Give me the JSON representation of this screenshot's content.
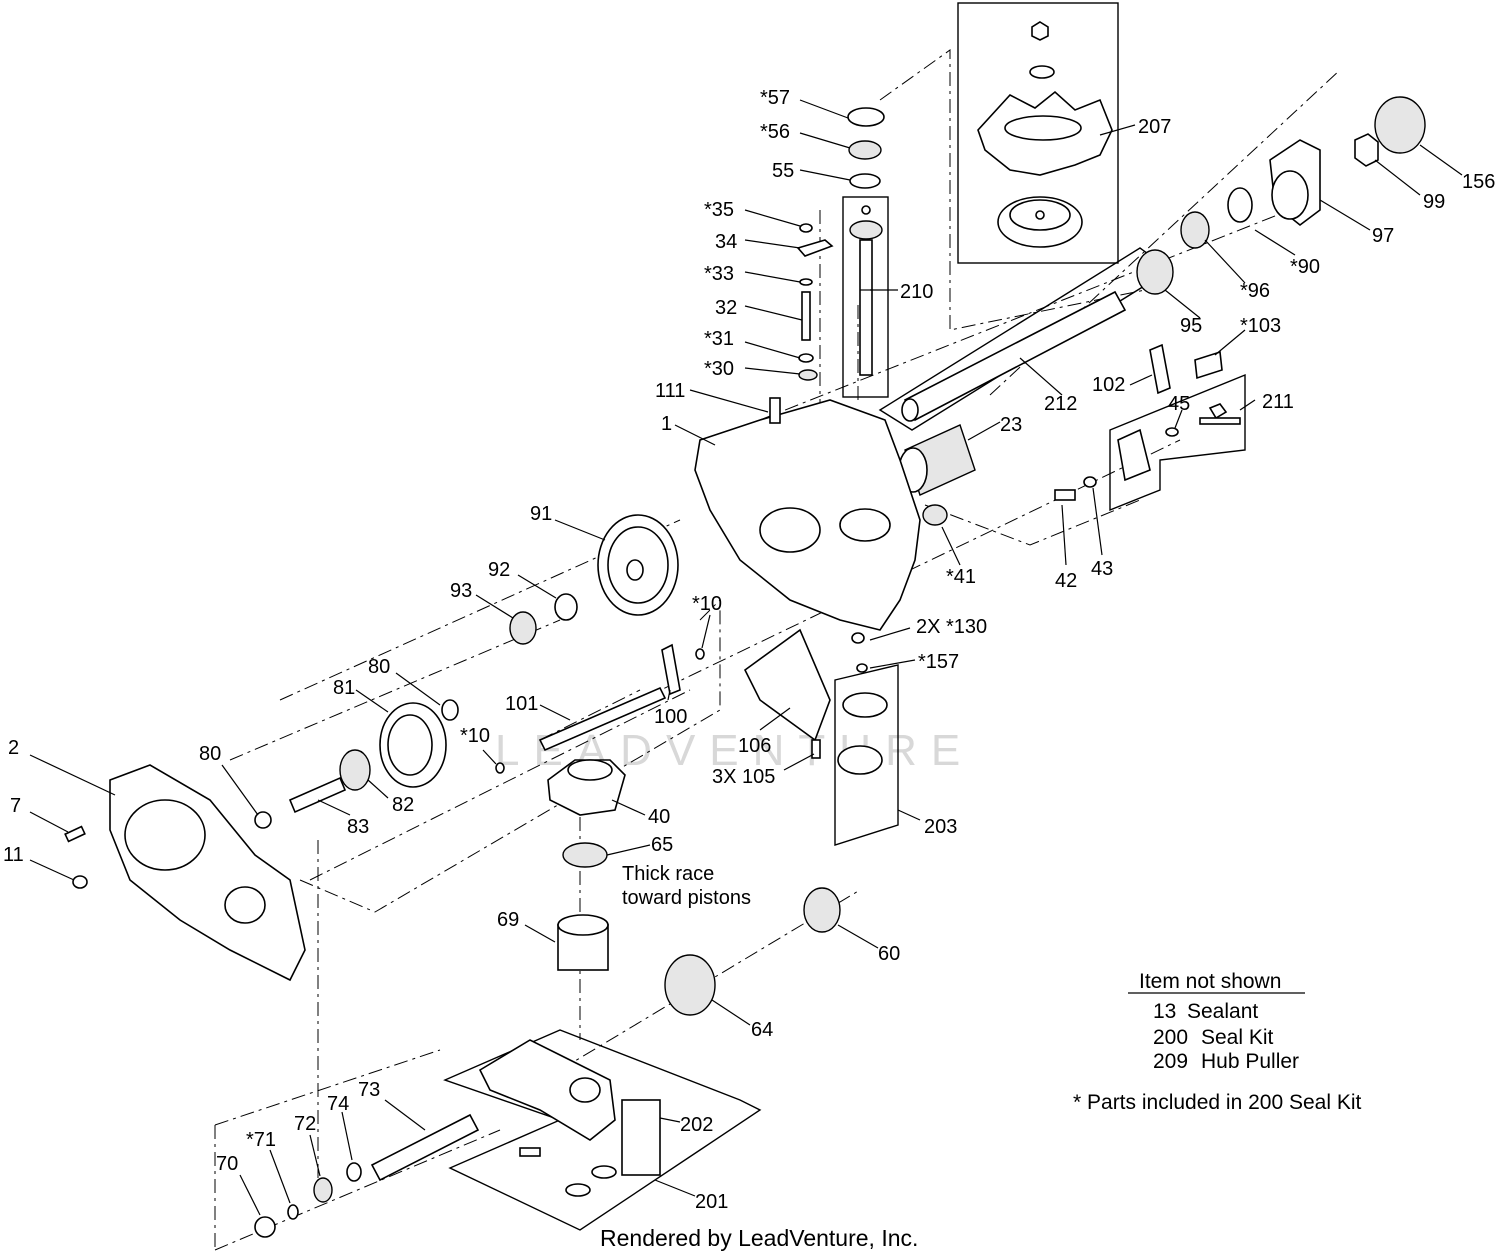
{
  "callouts": [
    {
      "id": "57",
      "text": "*57"
    },
    {
      "id": "56",
      "text": "*56"
    },
    {
      "id": "55",
      "text": "55"
    },
    {
      "id": "35",
      "text": "*35"
    },
    {
      "id": "34",
      "text": "34"
    },
    {
      "id": "33",
      "text": "*33"
    },
    {
      "id": "32",
      "text": "32"
    },
    {
      "id": "31",
      "text": "*31"
    },
    {
      "id": "30",
      "text": "*30"
    },
    {
      "id": "210",
      "text": "210"
    },
    {
      "id": "207",
      "text": "207"
    },
    {
      "id": "156",
      "text": "156"
    },
    {
      "id": "99",
      "text": "99"
    },
    {
      "id": "97",
      "text": "97"
    },
    {
      "id": "90",
      "text": "*90"
    },
    {
      "id": "96",
      "text": "*96"
    },
    {
      "id": "95",
      "text": "95"
    },
    {
      "id": "103",
      "text": "*103"
    },
    {
      "id": "212",
      "text": "212"
    },
    {
      "id": "102",
      "text": "102"
    },
    {
      "id": "45",
      "text": "45"
    },
    {
      "id": "211",
      "text": "211"
    },
    {
      "id": "111",
      "text": "111"
    },
    {
      "id": "1",
      "text": "1"
    },
    {
      "id": "23",
      "text": "23"
    },
    {
      "id": "91",
      "text": "91"
    },
    {
      "id": "41",
      "text": "*41"
    },
    {
      "id": "42",
      "text": "42"
    },
    {
      "id": "43",
      "text": "43"
    },
    {
      "id": "92",
      "text": "92"
    },
    {
      "id": "93",
      "text": "93"
    },
    {
      "id": "10a",
      "text": "*10"
    },
    {
      "id": "130",
      "text": "2X  *130"
    },
    {
      "id": "157",
      "text": "*157"
    },
    {
      "id": "80a",
      "text": "80"
    },
    {
      "id": "81",
      "text": "81"
    },
    {
      "id": "101",
      "text": "101"
    },
    {
      "id": "100",
      "text": "100"
    },
    {
      "id": "10b",
      "text": "*10"
    },
    {
      "id": "106",
      "text": "106"
    },
    {
      "id": "105",
      "text": "3X  105"
    },
    {
      "id": "2",
      "text": "2"
    },
    {
      "id": "80b",
      "text": "80"
    },
    {
      "id": "7",
      "text": "7"
    },
    {
      "id": "82",
      "text": "82"
    },
    {
      "id": "83",
      "text": "83"
    },
    {
      "id": "40",
      "text": "40"
    },
    {
      "id": "203",
      "text": "203"
    },
    {
      "id": "11",
      "text": "11"
    },
    {
      "id": "65",
      "text": "65"
    },
    {
      "id": "60",
      "text": "60"
    },
    {
      "id": "69",
      "text": "69"
    },
    {
      "id": "64",
      "text": "64"
    },
    {
      "id": "73",
      "text": "73"
    },
    {
      "id": "74",
      "text": "74"
    },
    {
      "id": "72",
      "text": "72"
    },
    {
      "id": "71",
      "text": "*71"
    },
    {
      "id": "70",
      "text": "70"
    },
    {
      "id": "202",
      "text": "202"
    },
    {
      "id": "201",
      "text": "201"
    }
  ],
  "note": {
    "line1": "Thick race",
    "line2": "toward pistons"
  },
  "legend": {
    "title": "Item not shown",
    "items": [
      {
        "num": "13",
        "desc": "Sealant"
      },
      {
        "num": "200",
        "desc": "Seal Kit"
      },
      {
        "num": "209",
        "desc": "Hub Puller"
      }
    ],
    "footnote": "* Parts included in 200 Seal Kit"
  },
  "watermark": "LEADVENTURE",
  "credit": "Rendered by LeadVenture, Inc."
}
